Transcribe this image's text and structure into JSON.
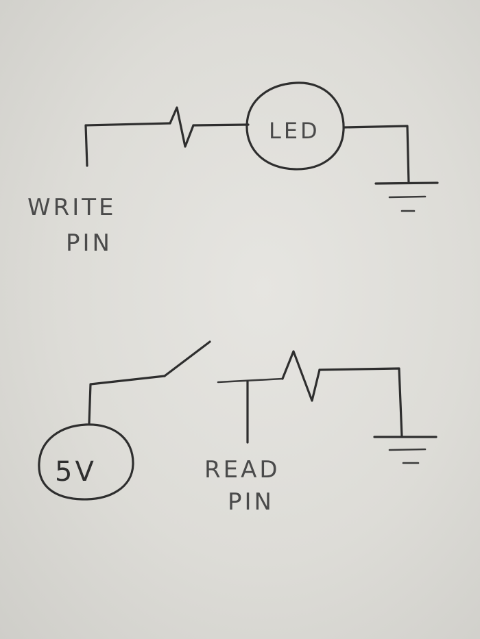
{
  "circuit_top": {
    "component_label": "LED",
    "pin_label_line1": "WRITE",
    "pin_label_line2": "PIN"
  },
  "circuit_bottom": {
    "source_label": "5V",
    "pin_label_line1": "READ",
    "pin_label_line2": "PIN"
  },
  "colors": {
    "paper": "#e3e2de",
    "pencil": "#2e2e2e"
  }
}
